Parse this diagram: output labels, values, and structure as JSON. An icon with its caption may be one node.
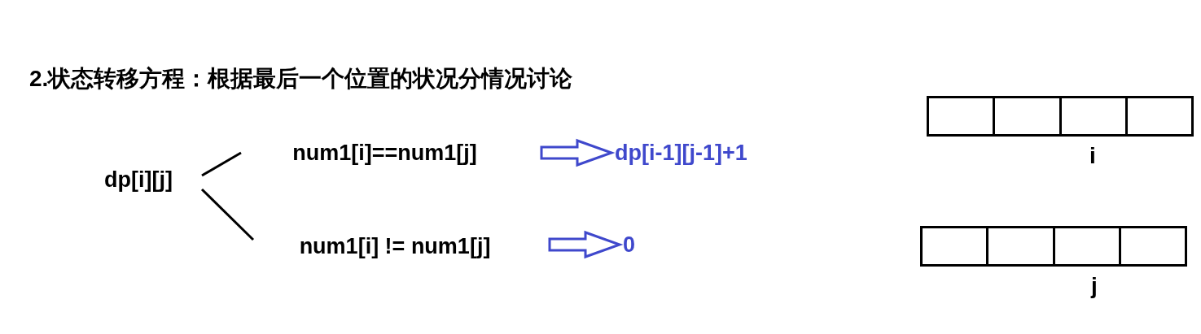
{
  "diagram": {
    "title": "2.状态转移方程：根据最后一个位置的状况分情况讨论",
    "nodes": [
      {
        "text": [
          "dp[i][j]"
        ]
      },
      {
        "text": [
          "num1[i]==num1[j]"
        ]
      },
      {
        "text": [
          "dp[i-1][j-1]+1"
        ]
      },
      {
        "text": [
          "num1[i] != num1[j]"
        ]
      },
      {
        "text": [
          "0"
        ]
      }
    ],
    "edges": [
      {
        "from": 0,
        "to": 1,
        "arrow": "none"
      },
      {
        "from": 0,
        "to": 3,
        "arrow": "none"
      },
      {
        "from": 1,
        "to": 2,
        "arrow": "to",
        "style": "thick",
        "color": "#3f48cc"
      },
      {
        "from": 3,
        "to": 4,
        "arrow": "to",
        "style": "thick",
        "color": "#3f48cc"
      }
    ],
    "labels": [
      "i",
      "j"
    ]
  }
}
